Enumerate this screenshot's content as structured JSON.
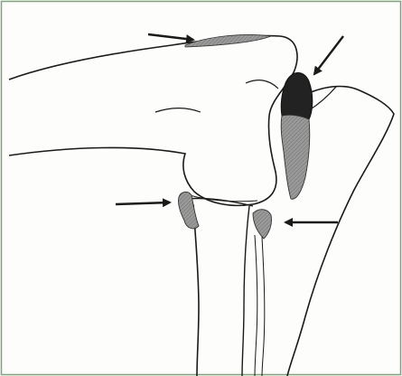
{
  "figure": {
    "description_text": "",
    "colors": {
      "background": "#fdfdfb",
      "frame": "#7ea37a",
      "outline": "#1a1a1a",
      "hatch_gray": "#8a8a8a",
      "dark_fill": "#222222",
      "arrow": "#1a1a1a"
    },
    "arrows": [
      {
        "name": "arrow-top-right-pointing",
        "points_to": "upper-bone-outline"
      },
      {
        "name": "arrow-upper-right-diagonal",
        "points_to": "dark-lesion"
      },
      {
        "name": "arrow-left-pointing-right",
        "points_to": "left-small-fragment"
      },
      {
        "name": "arrow-right-pointing-left",
        "points_to": "right-small-fragment"
      }
    ]
  }
}
